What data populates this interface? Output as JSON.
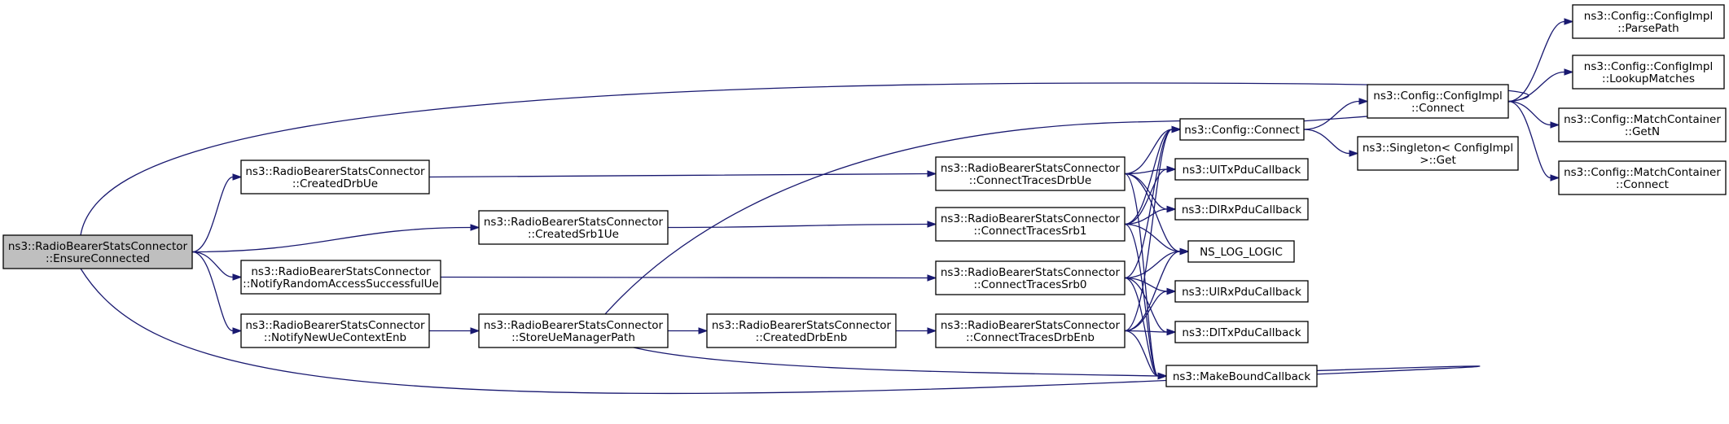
{
  "nodes": [
    {
      "id": "root",
      "lines": [
        "ns3::RadioBearerStatsConnector",
        "::EnsureConnected"
      ],
      "highlight": true
    },
    {
      "id": "createdDrbUe",
      "lines": [
        "ns3::RadioBearerStatsConnector",
        "::CreatedDrbUe"
      ]
    },
    {
      "id": "createdSrb1Ue",
      "lines": [
        "ns3::RadioBearerStatsConnector",
        "::CreatedSrb1Ue"
      ]
    },
    {
      "id": "notifyRA",
      "lines": [
        "ns3::RadioBearerStatsConnector",
        "::NotifyRandomAccessSuccessfulUe"
      ]
    },
    {
      "id": "notifyNewUe",
      "lines": [
        "ns3::RadioBearerStatsConnector",
        "::NotifyNewUeContextEnb"
      ]
    },
    {
      "id": "storeUe",
      "lines": [
        "ns3::RadioBearerStatsConnector",
        "::StoreUeManagerPath"
      ]
    },
    {
      "id": "createdDrbEnb",
      "lines": [
        "ns3::RadioBearerStatsConnector",
        "::CreatedDrbEnb"
      ]
    },
    {
      "id": "ctDrbUe",
      "lines": [
        "ns3::RadioBearerStatsConnector",
        "::ConnectTracesDrbUe"
      ]
    },
    {
      "id": "ctSrb1",
      "lines": [
        "ns3::RadioBearerStatsConnector",
        "::ConnectTracesSrb1"
      ]
    },
    {
      "id": "ctSrb0",
      "lines": [
        "ns3::RadioBearerStatsConnector",
        "::ConnectTracesSrb0"
      ]
    },
    {
      "id": "ctDrbEnb",
      "lines": [
        "ns3::RadioBearerStatsConnector",
        "::ConnectTracesDrbEnb"
      ]
    },
    {
      "id": "cfgConnect",
      "lines": [
        "ns3::Config::Connect"
      ]
    },
    {
      "id": "ulTx",
      "lines": [
        "ns3::UlTxPduCallback"
      ]
    },
    {
      "id": "dlRx",
      "lines": [
        "ns3::DlRxPduCallback"
      ]
    },
    {
      "id": "nsLog",
      "lines": [
        "NS_LOG_LOGIC"
      ]
    },
    {
      "id": "ulRx",
      "lines": [
        "ns3::UlRxPduCallback"
      ]
    },
    {
      "id": "dlTx",
      "lines": [
        "ns3::DlTxPduCallback"
      ]
    },
    {
      "id": "mbc",
      "lines": [
        "ns3::MakeBoundCallback"
      ]
    },
    {
      "id": "implConnect",
      "lines": [
        "ns3::Config::ConfigImpl",
        "::Connect"
      ]
    },
    {
      "id": "singleton",
      "lines": [
        "ns3::Singleton< ConfigImpl",
        ">::Get"
      ]
    },
    {
      "id": "parsePath",
      "lines": [
        "ns3::Config::ConfigImpl",
        "::ParsePath"
      ]
    },
    {
      "id": "lookup",
      "lines": [
        "ns3::Config::ConfigImpl",
        "::LookupMatches"
      ]
    },
    {
      "id": "getN",
      "lines": [
        "ns3::Config::MatchContainer",
        "::GetN"
      ]
    },
    {
      "id": "mcConnect",
      "lines": [
        "ns3::Config::MatchContainer",
        "::Connect"
      ]
    }
  ],
  "edges": [
    [
      "root",
      "cfgConnect"
    ],
    [
      "root",
      "createdDrbUe"
    ],
    [
      "root",
      "createdSrb1Ue"
    ],
    [
      "root",
      "notifyRA"
    ],
    [
      "root",
      "notifyNewUe"
    ],
    [
      "root",
      "mbc"
    ],
    [
      "createdDrbUe",
      "ctDrbUe"
    ],
    [
      "createdSrb1Ue",
      "ctSrb1"
    ],
    [
      "notifyRA",
      "ctSrb0"
    ],
    [
      "notifyNewUe",
      "storeUe"
    ],
    [
      "storeUe",
      "cfgConnect"
    ],
    [
      "storeUe",
      "createdDrbEnb"
    ],
    [
      "storeUe",
      "mbc"
    ],
    [
      "createdDrbEnb",
      "ctDrbEnb"
    ],
    [
      "ctDrbUe",
      "cfgConnect"
    ],
    [
      "ctDrbUe",
      "ulTx"
    ],
    [
      "ctDrbUe",
      "dlRx"
    ],
    [
      "ctDrbUe",
      "nsLog"
    ],
    [
      "ctDrbUe",
      "mbc"
    ],
    [
      "ctSrb1",
      "cfgConnect"
    ],
    [
      "ctSrb1",
      "ulTx"
    ],
    [
      "ctSrb1",
      "dlRx"
    ],
    [
      "ctSrb1",
      "nsLog"
    ],
    [
      "ctSrb1",
      "mbc"
    ],
    [
      "ctSrb0",
      "cfgConnect"
    ],
    [
      "ctSrb0",
      "nsLog"
    ],
    [
      "ctSrb0",
      "ulRx"
    ],
    [
      "ctSrb0",
      "dlTx"
    ],
    [
      "ctSrb0",
      "mbc"
    ],
    [
      "ctDrbEnb",
      "cfgConnect"
    ],
    [
      "ctDrbEnb",
      "nsLog"
    ],
    [
      "ctDrbEnb",
      "ulRx"
    ],
    [
      "ctDrbEnb",
      "dlTx"
    ],
    [
      "ctDrbEnb",
      "mbc"
    ],
    [
      "cfgConnect",
      "implConnect"
    ],
    [
      "cfgConnect",
      "singleton"
    ],
    [
      "implConnect",
      "parsePath"
    ],
    [
      "implConnect",
      "lookup"
    ],
    [
      "implConnect",
      "getN"
    ],
    [
      "implConnect",
      "mcConnect"
    ]
  ],
  "colors": {
    "edge": "#191970",
    "root_fill": "#bfbfbf",
    "node_fill": "#ffffff",
    "node_stroke": "#000000"
  }
}
